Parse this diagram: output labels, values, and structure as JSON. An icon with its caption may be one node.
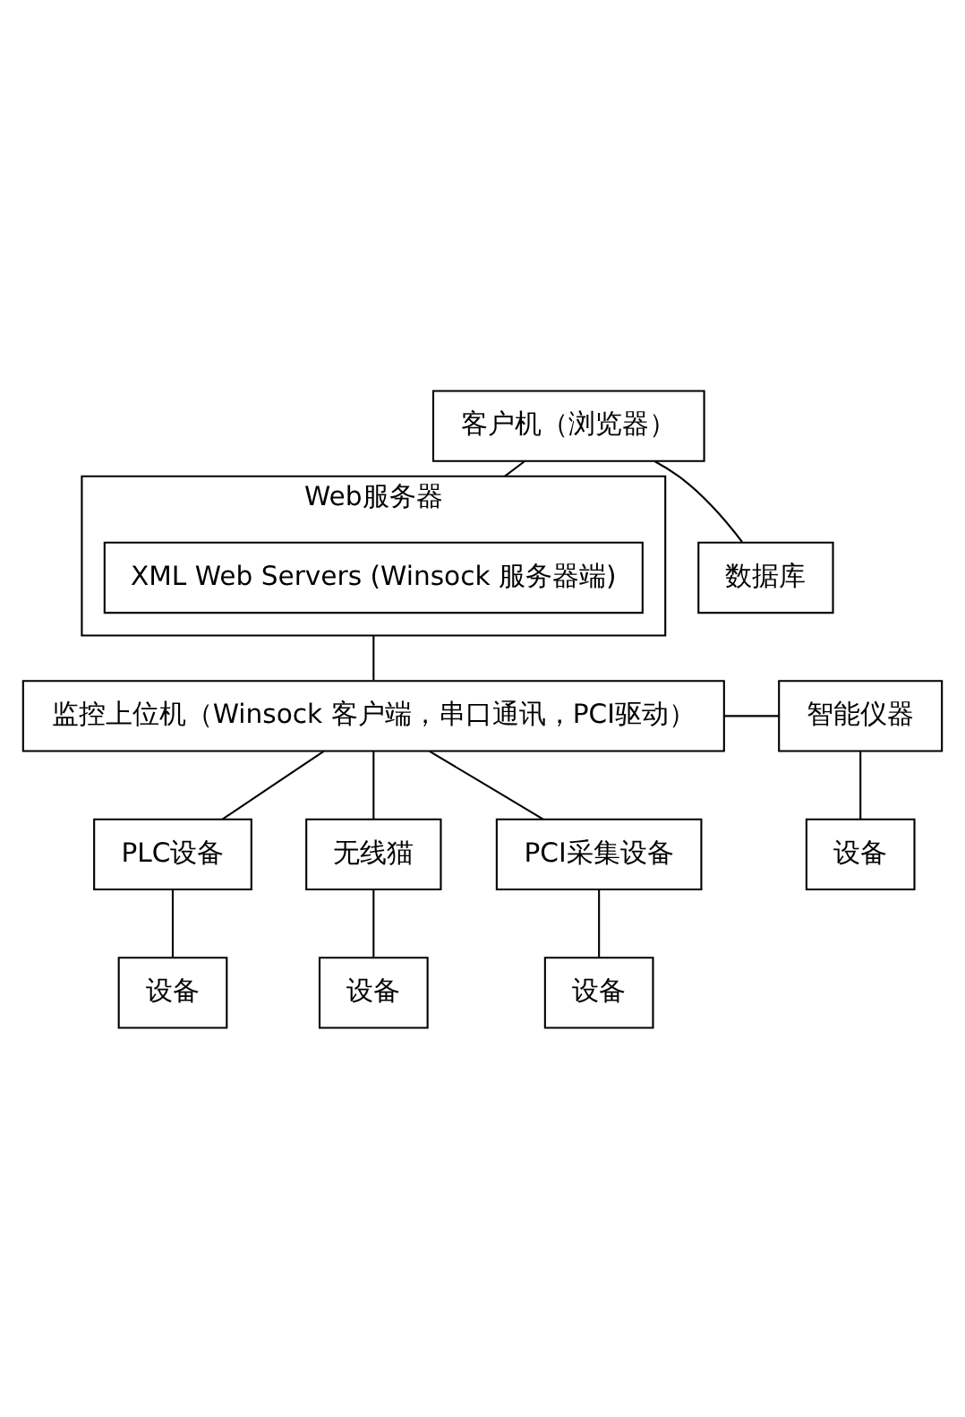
{
  "diagram": {
    "nodes": [
      {
        "text": [
          "客户机（浏览器）"
        ]
      },
      {
        "text": [
          "Web服务器"
        ]
      },
      {
        "text": [
          "XML Web Servers (Winsock 服务器端)"
        ],
        "in": 1
      },
      {
        "text": [
          "数据库"
        ]
      },
      {
        "text": [
          "监控上位机（Winsock 客户端，串口通讯，PCI驱动）"
        ]
      },
      {
        "text": [
          "智能仪器"
        ]
      },
      {
        "text": [
          "PLC设备"
        ]
      },
      {
        "text": [
          "无线猫"
        ]
      },
      {
        "text": [
          "PCI采集设备"
        ]
      },
      {
        "text": [
          "设备"
        ]
      },
      {
        "text": [
          "设备"
        ]
      },
      {
        "text": [
          "设备"
        ]
      },
      {
        "text": [
          "设备"
        ]
      }
    ],
    "edges": [
      {
        "from": 0,
        "to": 1,
        "arrow": "none"
      },
      {
        "from": 0,
        "to": 3,
        "arrow": "none"
      },
      {
        "from": 1,
        "to": 4,
        "arrow": "none"
      },
      {
        "from": 4,
        "to": 5,
        "arrow": "none"
      },
      {
        "from": 4,
        "to": 6,
        "arrow": "none"
      },
      {
        "from": 4,
        "to": 7,
        "arrow": "none"
      },
      {
        "from": 4,
        "to": 8,
        "arrow": "none"
      },
      {
        "from": 5,
        "to": 9,
        "arrow": "none"
      },
      {
        "from": 6,
        "to": 10,
        "arrow": "none"
      },
      {
        "from": 7,
        "to": 11,
        "arrow": "none"
      },
      {
        "from": 8,
        "to": 12,
        "arrow": "none"
      }
    ]
  }
}
